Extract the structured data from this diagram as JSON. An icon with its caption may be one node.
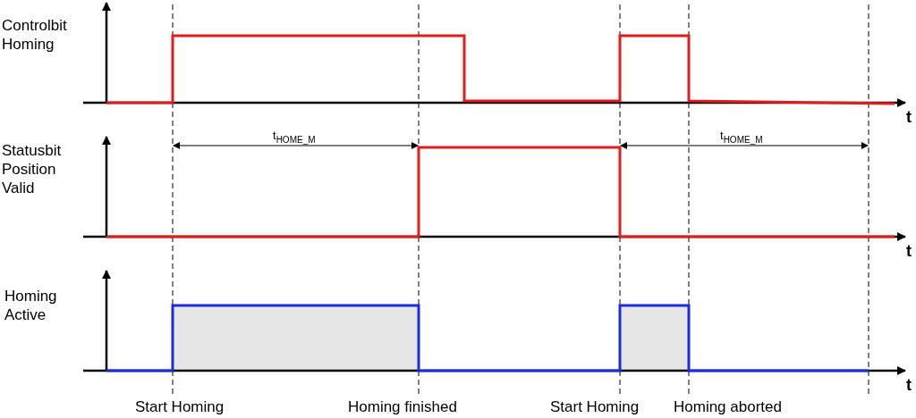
{
  "diagram": {
    "labels": [
      "Controlbit Homing",
      "t",
      "t$_{HOME_M}$",
      "t$_{HOME_M}$",
      "Statusbit Position Valid",
      "t",
      "Homing Active",
      "t",
      "Start Homing",
      "Homing finished",
      "Start Homing",
      "Homing aborted"
    ]
  }
}
